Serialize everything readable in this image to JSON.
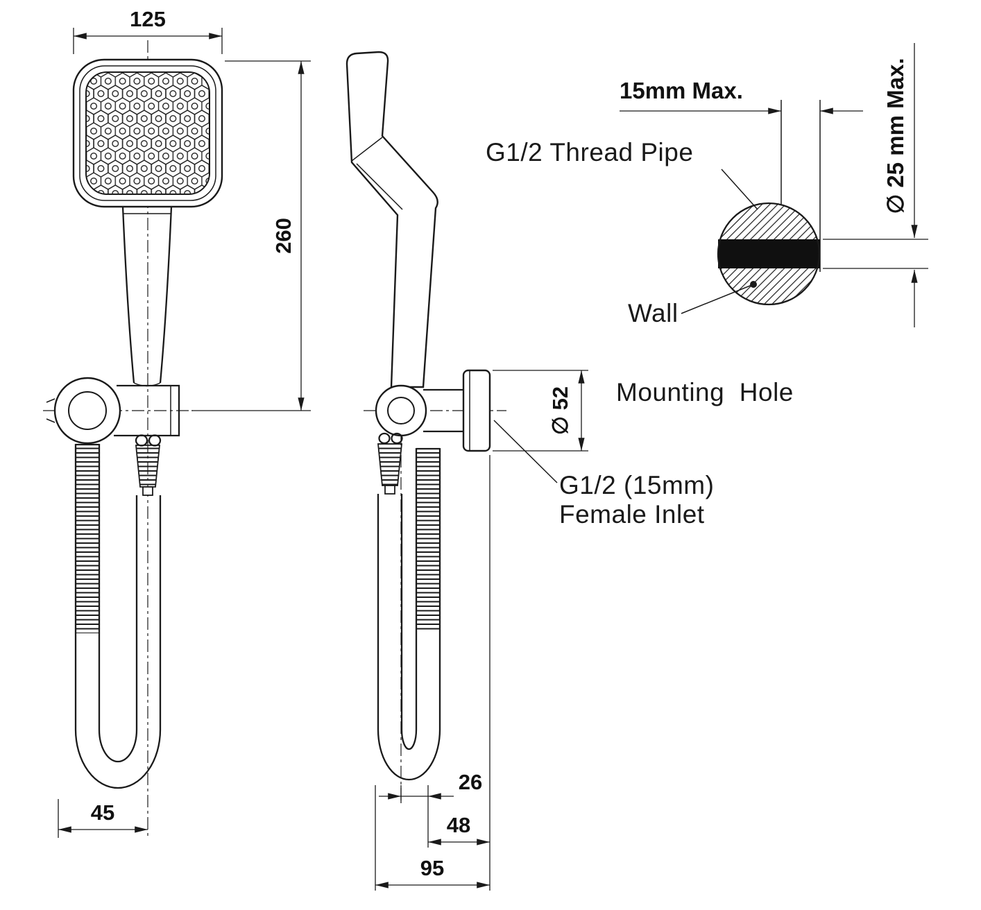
{
  "dimensions": {
    "head_width": "125",
    "overall_height": "260",
    "hose_offset": "45",
    "handle_to_hose_offset": "26",
    "hose_to_wall": "48",
    "overall_depth": "95",
    "bracket_diameter": "∅ 52",
    "wall_thickness_max": "15mm Max.",
    "pipe_diameter_max": "∅ 25 mm Max."
  },
  "labels": {
    "thread_pipe": "G1/2 Thread Pipe",
    "wall": "Wall",
    "mounting_hole": "Mounting  Hole",
    "female_inlet_line1": "G1/2 (15mm)",
    "female_inlet_line2": "Female Inlet"
  },
  "colors": {
    "line": "#1a1a1a",
    "background": "#ffffff",
    "pipe_fill": "#101010"
  }
}
